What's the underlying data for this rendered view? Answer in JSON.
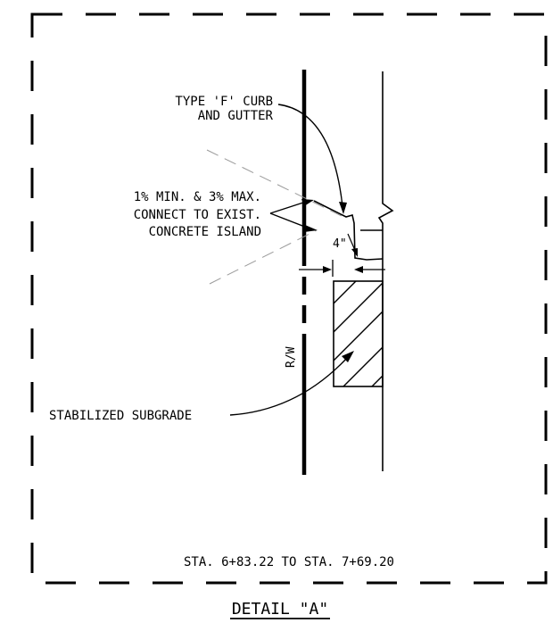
{
  "labels": {
    "curb_line1": "TYPE 'F' CURB",
    "curb_line2": "AND GUTTER",
    "slope_line1": "1% MIN. & 3% MAX.",
    "slope_line2": "CONNECT TO EXIST.",
    "slope_line3": "CONCRETE ISLAND",
    "dim_4in": "4\"",
    "row": "R/W",
    "subgrade": "STABILIZED SUBGRADE",
    "station_range": "STA. 6+83.22 TO STA. 7+69.20",
    "detail_title": "DETAIL \"A\""
  }
}
